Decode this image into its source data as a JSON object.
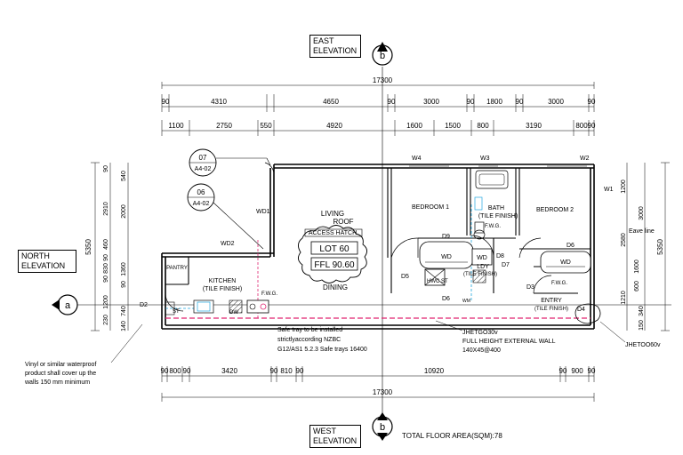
{
  "elevations": {
    "east": [
      "EAST",
      "ELEVATION"
    ],
    "west": [
      "WEST",
      "ELEVATION"
    ],
    "north": [
      "NORTH",
      "ELEVATION"
    ]
  },
  "grid_markers": {
    "top": "b",
    "bottom": "b",
    "left": "a"
  },
  "overall_dims": {
    "top": "17300",
    "bottom": "17300",
    "left": "5350",
    "right": "5350"
  },
  "dim_row1": [
    "90",
    "4310",
    "4650",
    "90",
    "3000",
    "90",
    "1800",
    "90",
    "3000",
    "90"
  ],
  "dim_row2": [
    "1100",
    "2750",
    "550",
    "4920",
    "1600",
    "1500",
    "800",
    "3190",
    "800",
    "90"
  ],
  "dim_bottom": [
    "90",
    "800",
    "90",
    "3420",
    "90",
    "810",
    "90",
    "10920",
    "90",
    "900",
    "90"
  ],
  "dim_left": [
    "90",
    "540",
    "2910",
    "2000",
    "460",
    "1360",
    "90",
    "830",
    "90",
    "1200",
    "90",
    "740",
    "230",
    "140"
  ],
  "dim_right": [
    "1200",
    "3000",
    "2580",
    "1600",
    "600",
    "1210",
    "340",
    "150"
  ],
  "callouts": [
    {
      "top": "07",
      "bottom": "A4-02"
    },
    {
      "top": "06",
      "bottom": "A4-02"
    }
  ],
  "rooms": {
    "living": "LIVING",
    "dining": "DINING",
    "kitchen": [
      "KITCHEN",
      "(TILE FINISH)"
    ],
    "pantry": "PANTRY",
    "bedroom1": "BEDROOM 1",
    "bedroom2": "BEDROOM 2",
    "bath": [
      "BATH",
      "(TILE FINISH)"
    ],
    "ldy": [
      "LDY",
      "(TILE FINISH)"
    ],
    "entry": [
      "ENTRY",
      "(TILE FINISH)"
    ]
  },
  "labels": {
    "roof": "ROOF",
    "access_hatch": "ACCESS HATCH",
    "lot": "LOT 60",
    "ffl": "FFL 90.60",
    "wd1": "WD1",
    "wd2": "WD2",
    "w1": "W1",
    "w2": "W2",
    "w3": "W3",
    "w4": "W4",
    "d2": "D2",
    "d3": "D3",
    "d4": "D4",
    "d5": "D5",
    "d6a": "D6",
    "d6b": "D6",
    "d7": "D7",
    "d8": "D8",
    "d9": "D9",
    "wd_a": "WD",
    "wd_b": "WD",
    "wd_c": "WD",
    "fwg_a": "F.W.G.",
    "fwg_b": "F.W.G.",
    "fwg_c": "F.W.G.",
    "st": "ST",
    "dw": "DW",
    "hwcst": "HWC ST",
    "wm": "WM",
    "eave": "Eave line"
  },
  "notes": {
    "safe_tray": [
      "Safe tray to be installed",
      "strictlyaccording NZBC",
      "G12/AS1 5.2.3 Safe trays 16400"
    ],
    "jhet_wall": [
      "JHETGO30v",
      "FULL HEIGHT EXTERNAL WALL",
      "140X45@400"
    ],
    "jhet60": "JHETOO60v",
    "vinyl": [
      "Vinyl or similar waterproof",
      "product shall cover up the",
      "walls 150 mm minimum"
    ],
    "total_area": "TOTAL FLOOR AREA(SQM):78"
  }
}
